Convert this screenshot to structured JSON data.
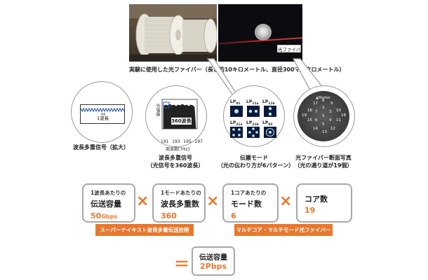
{
  "photos": {
    "fiber_label": "光ファイバー",
    "caption": "実験に使用した光ファイバー（長さ約10キロメートル、直径300マイクロメートル）"
  },
  "circles": [
    {
      "line1": "波長多重信号（拡大）",
      "line2": ""
    },
    {
      "line1": "波長多重信号",
      "line2": "（光信号を360波長）"
    },
    {
      "line1": "伝搬モード",
      "line2": "（光の伝わり方が6パターン）"
    },
    {
      "line1": "光ファイバー断面写真",
      "line2": "（光の通り道が19個）"
    }
  ],
  "spectrum_zoom": {
    "label": "1波長"
  },
  "spectrum": {
    "ylabel": "光強度",
    "annotation": "360波長",
    "xticks": [
      "191",
      "193",
      "195",
      "197"
    ],
    "xlabel": "周波数[THz]"
  },
  "modes": [
    {
      "main": "LP",
      "sub": "01"
    },
    {
      "main": "LP",
      "sub": "11a"
    },
    {
      "main": "LP",
      "sub": "11b"
    },
    {
      "main": "LP",
      "sub": "21a"
    },
    {
      "main": "LP",
      "sub": "21b"
    },
    {
      "main": "LP",
      "sub": "02"
    }
  ],
  "cross_section": {
    "marker": "▲Marker",
    "cores": [
      "1",
      "2",
      "3",
      "4",
      "5",
      "6",
      "7",
      "8",
      "9",
      "10",
      "11",
      "12",
      "13",
      "14",
      "15",
      "16",
      "17",
      "18",
      "19"
    ]
  },
  "metrics": [
    {
      "small": "1波長あたりの",
      "big": "伝送容量",
      "value": "50",
      "unit": "Gbps"
    },
    {
      "small": "1モードあたりの",
      "big": "波長多重数",
      "value": "360",
      "unit": ""
    },
    {
      "small": "1コアあたりの",
      "big": "モード数",
      "value": "6",
      "unit": ""
    },
    {
      "small": "",
      "big": "コア数",
      "value": "19",
      "unit": ""
    }
  ],
  "operator": "×",
  "bands": {
    "left": "スーパーナイキスト波長多重伝送技術",
    "right": "マルチコア・マルチモード光ファイバー"
  },
  "result": {
    "equals": "＝",
    "label": "伝送容量",
    "value": "2Pbps"
  }
}
